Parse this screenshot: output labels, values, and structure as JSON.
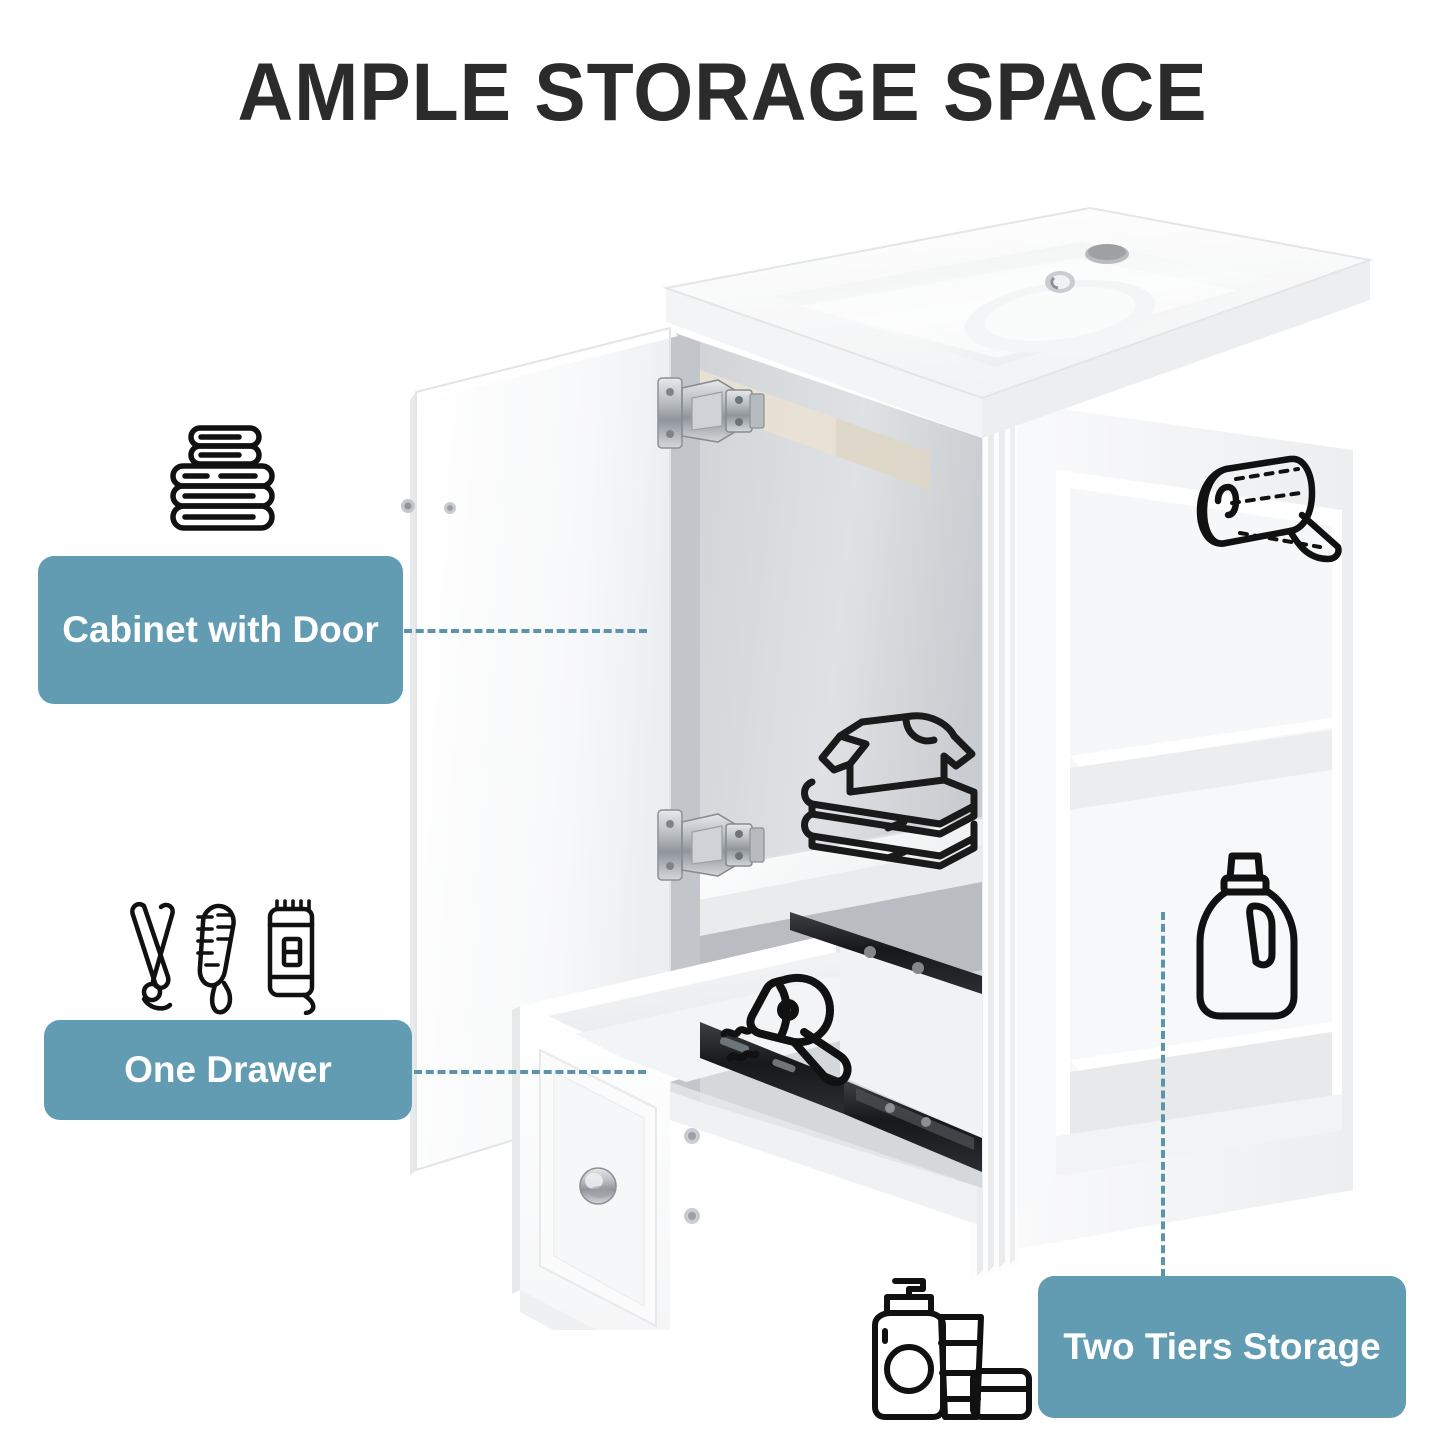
{
  "page": {
    "title": "AMPLE STORAGE SPACE",
    "title_color": "#2b2b2b",
    "background_color": "#ffffff",
    "accent_color": "#629CB2",
    "connector_color": "#5C94AC"
  },
  "callouts": [
    {
      "id": "cabinet",
      "label": "Cabinet with Door",
      "icon": "rolled-towels-icon",
      "connector": "dashed-horizontal",
      "position": "left-upper"
    },
    {
      "id": "drawer",
      "label": "One Drawer",
      "icon": "grooming-tools-icon",
      "connector": "dashed-horizontal",
      "position": "left-lower"
    },
    {
      "id": "tiers",
      "label": "Two Tiers Storage",
      "icon": "toiletries-icon",
      "connector": "dashed-vertical",
      "position": "bottom-right"
    }
  ],
  "product": {
    "name": "white-bathroom-vanity",
    "parts": [
      "ceramic-sink-top",
      "faucet-hole",
      "overflow-drain",
      "open-cabinet-door",
      "soft-close-hinge-top",
      "soft-close-hinge-bottom",
      "interior-shelf",
      "open-drawer",
      "drawer-knob",
      "ball-bearing-slide",
      "fluted-side-panel",
      "upper-open-shelf",
      "lower-open-shelf"
    ]
  },
  "overlay_icons": [
    {
      "name": "toilet-paper-roll-icon",
      "location": "upper-open-shelf"
    },
    {
      "name": "detergent-bottle-icon",
      "location": "lower-open-shelf"
    },
    {
      "name": "folded-clothes-icon",
      "location": "cabinet-interior-shelf"
    },
    {
      "name": "hair-dryer-icon",
      "location": "open-drawer"
    }
  ]
}
